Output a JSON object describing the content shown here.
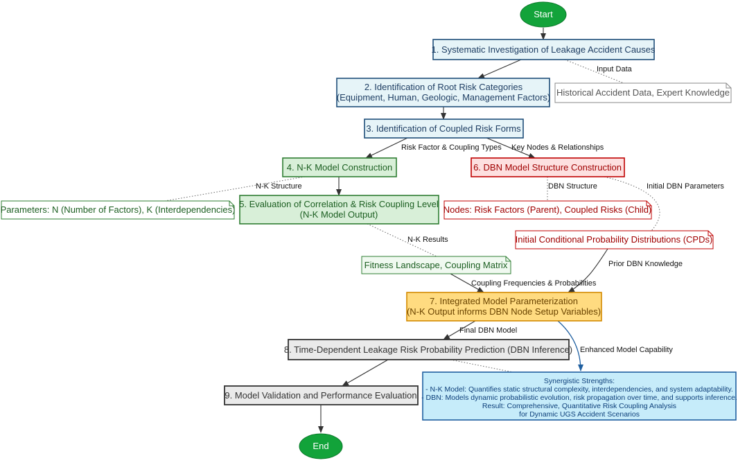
{
  "nodes": {
    "start": "Start",
    "step1": "1. Systematic Investigation of Leakage Accident Causes",
    "step2_line1": "2. Identification of Root Risk Categories",
    "step2_line2": "(Equipment, Human, Geologic, Management Factors)",
    "step3": "3. Identification of Coupled Risk Forms",
    "step4": "4. N-K Model Construction",
    "step5_line1": "5. Evaluation of Correlation & Risk Coupling Level",
    "step5_line2": "(N-K Model Output)",
    "step6": "6. DBN Model Structure Construction",
    "step7_line1": "7. Integrated Model Parameterization",
    "step7_line2": "(N-K Output informs DBN Node Setup Variables)",
    "step8": "8. Time-Dependent Leakage Risk Probability Prediction (DBN Inference)",
    "step9": "9. Model Validation and Performance Evaluation",
    "end": "End"
  },
  "notes": {
    "historical": "Historical Accident Data, Expert Knowledge",
    "parameters": "Parameters: N (Number of Factors), K (Interdependencies)",
    "fitness": "Fitness Landscape, Coupling Matrix",
    "dbn_nodes": "Nodes: Risk Factors (Parent), Coupled Risks (Child)",
    "cpds": "Initial Conditional Probability Distributions (CPDs)",
    "synergy_title": "Synergistic Strengths:",
    "synergy_nk": "- N-K Model: Quantifies static structural complexity, interdependencies, and system adaptability.",
    "synergy_dbn": "- DBN: Models dynamic probabilistic evolution, risk propagation over time, and supports inference.",
    "synergy_result1": "Result: Comprehensive, Quantitative Risk Coupling Analysis",
    "synergy_result2": "for Dynamic UGS Accident Scenarios"
  },
  "edge_labels": {
    "input_data": "Input Data",
    "risk_factor_types": "Risk Factor & Coupling Types",
    "key_nodes": "Key Nodes & Relationships",
    "nk_structure": "N-K Structure",
    "dbn_structure": "DBN Structure",
    "initial_dbn_params": "Initial DBN Parameters",
    "nk_results": "N-K Results",
    "prior_dbn": "Prior DBN Knowledge",
    "coupling_freq": "Coupling Frequencies & Probabilities",
    "final_dbn": "Final DBN Model",
    "enhanced": "Enhanced Model Capability"
  },
  "colors": {
    "blue_fill": "#e6f4f8",
    "blue_stroke": "#1f4e79",
    "green_fill": "#d8efd8",
    "green_stroke": "#2e7d32",
    "red_fill": "#fde0e0",
    "red_stroke": "#c00000",
    "orange_fill": "#ffdb80",
    "orange_stroke": "#d48a00",
    "gray_fill": "#eaeaea",
    "gray_stroke": "#333333",
    "terminal_fill": "#12a33a",
    "synergy_fill": "#c6ecfa",
    "synergy_stroke": "#1f5fa0"
  }
}
